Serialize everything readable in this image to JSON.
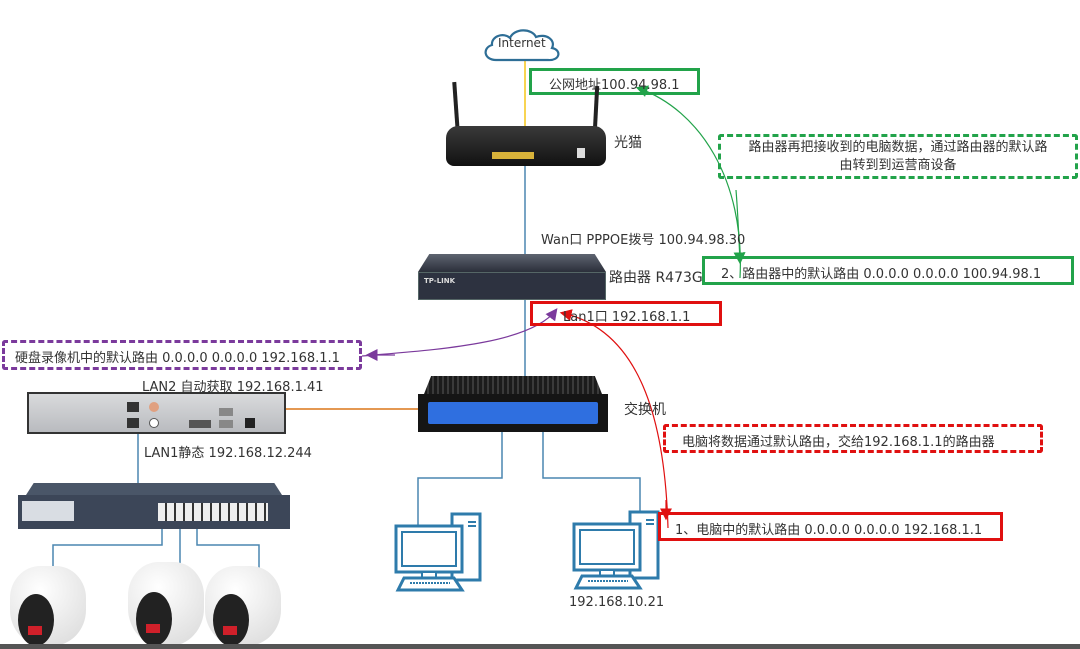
{
  "diagram": {
    "title": "Network default route diagram",
    "colors": {
      "green": "#22a34a",
      "red": "#e01010",
      "purple": "#7b3a9c",
      "cable_blue": "#4a86b0",
      "cable_orange": "#e08a3a",
      "cable_yellow": "#f5c518",
      "icon_blue": "#2e7bab"
    },
    "nodes": {
      "internet": {
        "label": "Internet",
        "icon": "cloud-icon"
      },
      "modem": {
        "label": "光猫",
        "icon": "optical-modem-icon"
      },
      "router": {
        "label": "路由器 R473G",
        "icon": "router-icon",
        "brand": "TP-LINK"
      },
      "switch": {
        "label": "交换机",
        "icon": "switch-icon"
      },
      "nvr": {
        "icon": "nvr-icon"
      },
      "poe_switch": {
        "icon": "poe-switch-icon"
      },
      "cameras": [
        {
          "icon": "dome-camera-icon"
        },
        {
          "icon": "dome-camera-icon"
        },
        {
          "icon": "dome-camera-icon"
        }
      ],
      "pc1": {
        "icon": "desktop-computer-icon"
      },
      "pc2": {
        "icon": "desktop-computer-icon",
        "label": "192.168.10.21"
      }
    },
    "labels": {
      "public_ip": "公网地址100.94.98.1",
      "wan": "Wan口 PPPOE拨号 100.94.98.30",
      "lan1": "Lan1口 192.168.1.1",
      "nvr_lan2": "LAN2 自动获取 192.168.1.41",
      "nvr_lan1": "LAN1静态 192.168.12.244"
    },
    "notes": {
      "router_forward": "路由器再把接收到的电脑数据，通过路由器的默认路由转到到运营商设备",
      "router_forward_line1": "路由器再把接收到的电脑数据，通过路由器的默认路",
      "router_forward_line2": "由转到到运营商设备",
      "router_default_route": "2、路由器中的默认路由 0.0.0.0 0.0.0.0 100.94.98.1",
      "nvr_default_route": "硬盘录像机中的默认路由 0.0.0.0 0.0.0.0 192.168.1.1",
      "pc_to_router": "电脑将数据通过默认路由，交给192.168.1.1的路由器",
      "pc_default_route": "1、电脑中的默认路由 0.0.0.0 0.0.0.0 192.168.1.1"
    }
  }
}
